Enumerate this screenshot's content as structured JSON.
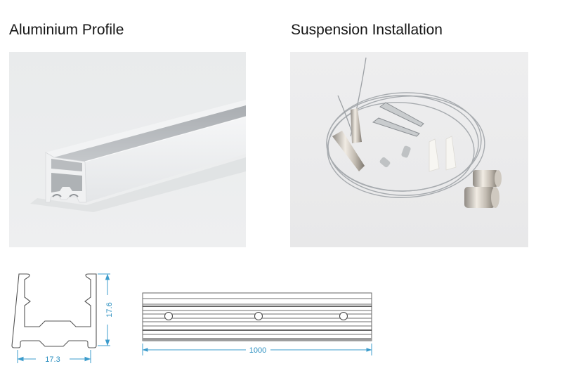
{
  "sections": {
    "profile": {
      "title": "Aluminium Profile"
    },
    "suspension": {
      "title": "Suspension Installation"
    }
  },
  "images": {
    "profile_photo": {
      "subject": "aluminium-u-channel-profile"
    },
    "suspension_photo": {
      "subject": "suspension-wire-kit-with-screws-and-anchors"
    }
  },
  "drawings": {
    "cross_section": {
      "width_label": "17.3",
      "height_label": "17.6"
    },
    "side_view": {
      "length_label": "1000",
      "hole_count": 3
    }
  },
  "colors": {
    "dimension_line": "#3c9ccc",
    "outline": "#555555",
    "photo_background": "#eaeaea"
  }
}
